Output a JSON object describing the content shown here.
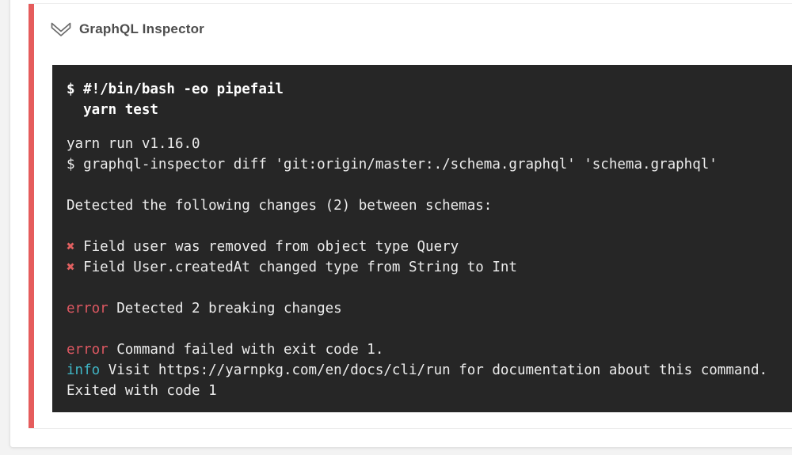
{
  "page": {
    "background": "#f3f3f3"
  },
  "step": {
    "title": "GraphQL Inspector",
    "status": "failed",
    "status_color": "#e55c5c",
    "chevron_icon": "double-chevron-down",
    "chevron_color": "#6b6b6b"
  },
  "terminal": {
    "background": "#262626",
    "text_color": "#ececec",
    "command_color": "#ffffff",
    "error_color": "#de5862",
    "info_color": "#3fb5c5",
    "mark_color": "#e06060",
    "lines": [
      {
        "type": "command",
        "text": "$ #!/bin/bash -eo pipefail"
      },
      {
        "type": "command",
        "text": "  yarn test"
      },
      {
        "type": "gap"
      },
      {
        "type": "plain",
        "text": "yarn run v1.16.0"
      },
      {
        "type": "plain",
        "text": "$ graphql-inspector diff 'git:origin/master:./schema.graphql' 'schema.graphql'"
      },
      {
        "type": "blank"
      },
      {
        "type": "plain",
        "text": "Detected the following changes (2) between schemas:"
      },
      {
        "type": "blank"
      },
      {
        "type": "marked",
        "mark": "✖",
        "text": "Field user was removed from object type Query"
      },
      {
        "type": "marked",
        "mark": "✖",
        "text": "Field User.createdAt changed type from String to Int"
      },
      {
        "type": "blank"
      },
      {
        "type": "labeled",
        "label": "error",
        "label_type": "error",
        "text": "Detected 2 breaking changes"
      },
      {
        "type": "blank"
      },
      {
        "type": "labeled",
        "label": "error",
        "label_type": "error",
        "text": "Command failed with exit code 1."
      },
      {
        "type": "labeled",
        "label": "info",
        "label_type": "info",
        "text": "Visit https://yarnpkg.com/en/docs/cli/run for documentation about this command."
      },
      {
        "type": "plain",
        "text": "Exited with code 1"
      }
    ]
  }
}
